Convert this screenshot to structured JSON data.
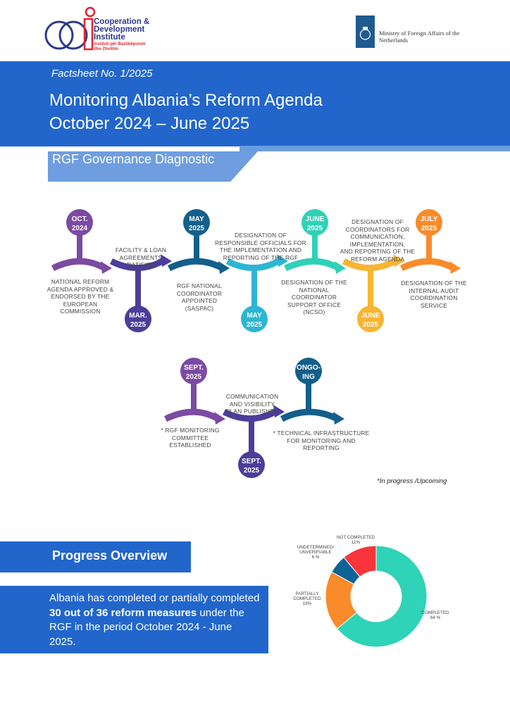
{
  "header": {
    "cdi_logo": {
      "name_lines": [
        "Cooperation &",
        "Development",
        "Institute"
      ],
      "sub_lines": [
        "Instituti për Bashkëpunim",
        "dhe Zhvillim"
      ]
    },
    "ministry": {
      "lines": [
        "Ministry of Foreign Affairs of the",
        "Netherlands"
      ]
    }
  },
  "banner": {
    "factsheet": "Factsheet No. 1/2025",
    "title_line1": "Monitoring Albania’s Reform Agenda",
    "title_line2": "October 2024 – June 2025"
  },
  "section_tab": "RGF Governance Diagnostic",
  "timeline": {
    "row1": [
      {
        "date": [
          "OCT.",
          "2024"
        ],
        "text": [
          "NATIONAL REFORM",
          "AGENDA APPROVED &",
          "ENDORSED BY THE",
          "EUROPEAN",
          "COMMISSION"
        ],
        "color": "#7b4aa3"
      },
      {
        "date": [
          "MAR.",
          "2025"
        ],
        "text": [
          "FACILITY & LOAN",
          "AGREEMENTS",
          "RATIFIED"
        ],
        "color": "#4b3e9a"
      },
      {
        "date": [
          "MAY",
          "2025"
        ],
        "text": [
          "RGF NATIONAL",
          "COORDINATOR",
          "APPOINTED",
          "(SASPAC)"
        ],
        "color": "#135f8c"
      },
      {
        "date": [
          "MAY",
          "2025"
        ],
        "text": [
          "DESIGNATION OF",
          "RESPONSIBLE OFFICIALS FOR",
          "THE IMPLEMENTATION AND",
          "REPORTING OF THE RGF"
        ],
        "color": "#2db5d3"
      },
      {
        "date": [
          "JUNE",
          "2025"
        ],
        "text": [
          "DESIGNATION OF THE",
          "NATIONAL",
          "COORDINATOR",
          "SUPPORT OFFICE",
          "(NCSO)"
        ],
        "color": "#2fd1b7"
      },
      {
        "date": [
          "JUNE",
          "2025"
        ],
        "text": [
          "DESIGNATION OF",
          "COORDINATORS FOR",
          "COMMUNICATION,",
          "IMPLEMENTATION,",
          "AND REPORTING OF THE",
          "REFORM AGENDA"
        ],
        "color": "#f8b532"
      },
      {
        "date": [
          "JULY",
          "2025"
        ],
        "text": [
          "DESIGNATION OF THE",
          "INTERNAL AUDIT",
          "COORDINATION",
          "SERVICE"
        ],
        "color": "#f98b2a"
      }
    ],
    "row2": [
      {
        "date": [
          "SEPT.",
          "2025"
        ],
        "text": [
          "* RGF MONITORING",
          "COMMITTEE",
          "ESTABLISHED"
        ],
        "color": "#7b4aa3"
      },
      {
        "date": [
          "SEPT.",
          "2025"
        ],
        "text": [
          "COMMUNICATION",
          "AND VISIBILITY",
          "PLAN PUBLISHED"
        ],
        "color": "#4b3e9a"
      },
      {
        "date": [
          "ONGO-",
          "ING"
        ],
        "text": [
          "* TECHNICAL INFRASTRUCTURE",
          "FOR MONITORING AND",
          "REPORTING"
        ],
        "color": "#135f8c"
      }
    ],
    "note": "*In progress /Upcoming"
  },
  "progress": {
    "heading": "Progress Overview",
    "summary_pre": "Albania has completed or partially completed ",
    "summary_bold": "30 out of 36 reform measures",
    "summary_post": " under the RGF in the period October 2024 - June 2025."
  },
  "chart_data": {
    "type": "pie",
    "subtype": "donut",
    "slices": [
      {
        "label": "COMPLETED",
        "value_label": "64 %",
        "value": 64,
        "color": "#2fd3b7"
      },
      {
        "label": "PARTIALLY COMPLETED",
        "value_label": "19%",
        "value": 19,
        "color": "#f98b2a"
      },
      {
        "label": "UNDETERMINED/ UNVERIFIABLE",
        "value_label": "6 %",
        "value": 6,
        "color": "#0e6497"
      },
      {
        "label": "NOT COMPLETED",
        "value_label": "11%",
        "value": 11,
        "color": "#f7353a"
      }
    ]
  }
}
